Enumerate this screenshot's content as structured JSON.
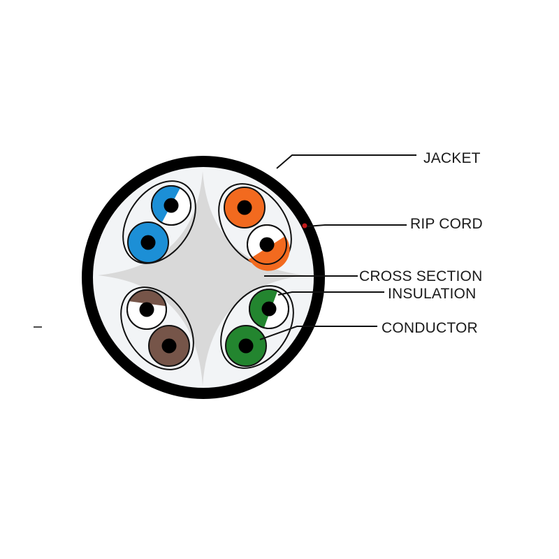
{
  "labels": {
    "jacket": "JACKET",
    "rip_cord": "RIP CORD",
    "cross_section": "CROSS SECTION",
    "insulation": "INSULATION",
    "conductor": "CONDUCTOR"
  },
  "pairs": [
    {
      "name": "blue",
      "color": "#1c8fd6"
    },
    {
      "name": "orange",
      "color": "#f26a1f"
    },
    {
      "name": "brown",
      "color": "#765549"
    },
    {
      "name": "green",
      "color": "#23852f"
    }
  ],
  "colors": {
    "jacket": "#000000",
    "filler": "#f2f4f6",
    "spline": "#d9d9d9",
    "conductor": "#000000",
    "rip_cord": "#c21b1b",
    "leader": "#111111"
  }
}
